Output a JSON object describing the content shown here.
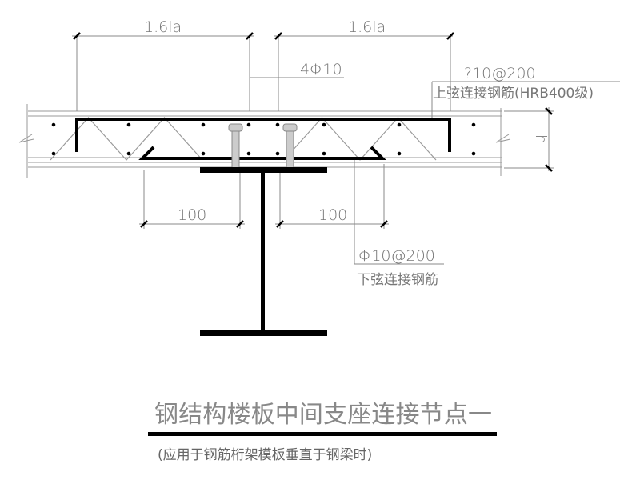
{
  "drawing": {
    "dim_top_left": "1.6la",
    "dim_top_right": "1.6la",
    "top_rebar_count": "4Φ10",
    "top_chord_spec": "?10@200",
    "top_chord_label": "上弦连接钢筋(HRB400级)",
    "slab_height": "h",
    "dim_bottom_left": "100",
    "dim_bottom_right": "100",
    "bottom_chord_spec": "Φ10@200",
    "bottom_chord_label": "下弦连接钢筋"
  },
  "title": {
    "main": "钢结构楼板中间支座连接节点一",
    "subtitle": "(应用于钢筋桁架模板垂直于钢梁时)"
  }
}
